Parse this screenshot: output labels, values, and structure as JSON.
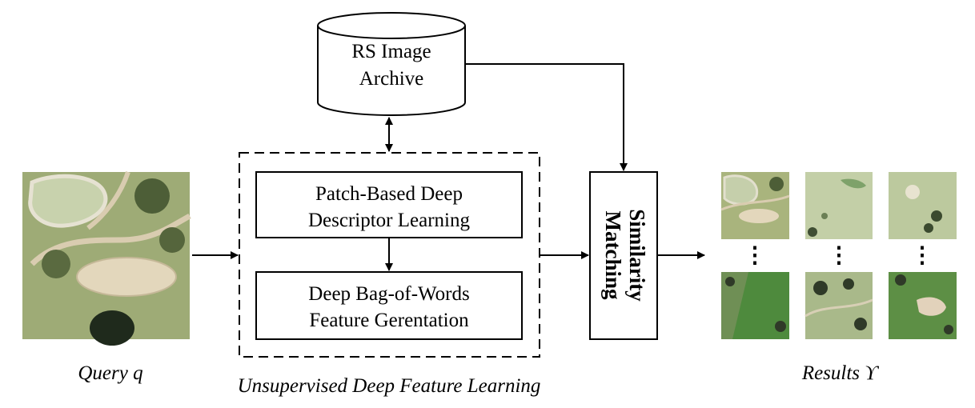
{
  "archive": {
    "line1": "RS Image",
    "line2": "Archive"
  },
  "learning_module": {
    "box1": {
      "line1": "Patch-Based Deep",
      "line2": "Descriptor Learning"
    },
    "box2": {
      "line1": "Deep Bag-of-Words",
      "line2": "Feature Gerentation"
    },
    "caption": "Unsupervised Deep Feature Learning"
  },
  "matching": {
    "line1": "Similarity",
    "line2": "Matching"
  },
  "query": {
    "caption": "Query",
    "symbol": "q"
  },
  "results": {
    "caption": "Results",
    "symbol": "ϒ",
    "ellipsis": "⋮"
  },
  "colors": {
    "grass_light": "#b7c595",
    "grass_dark": "#5f7a45",
    "fairway_green": "#4f8a3c",
    "sand": "#ddd3b8",
    "tree": "#2b3524"
  }
}
